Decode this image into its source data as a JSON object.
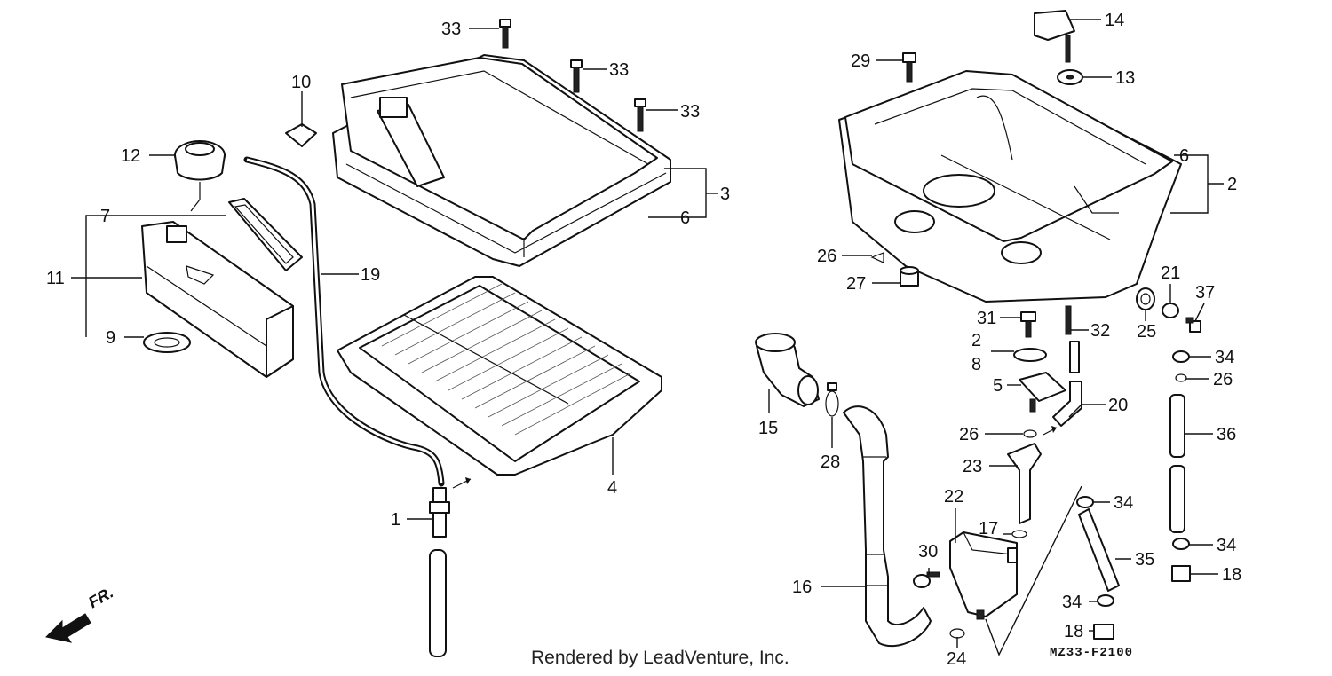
{
  "diagram": {
    "labels": {
      "p33a": "33",
      "p33b": "33",
      "p33c": "33",
      "p10": "10",
      "p12": "12",
      "p7": "7",
      "p11": "11",
      "p9": "9",
      "p19": "19",
      "p3": "3",
      "p6a": "6",
      "p4": "4",
      "p1": "1",
      "p29": "29",
      "p14": "14",
      "p13": "13",
      "p6b": "6",
      "p2a": "2",
      "p26a": "26",
      "p27": "27",
      "p21": "21",
      "p37": "37",
      "p31": "31",
      "p32": "32",
      "p25": "25",
      "p2b": "2",
      "p8": "8",
      "p34a": "34",
      "p26b": "26",
      "p5": "5",
      "p20": "20",
      "p15": "15",
      "p26c": "26",
      "p36": "36",
      "p28": "28",
      "p23": "23",
      "p22": "22",
      "p34b": "34",
      "p17": "17",
      "p35": "35",
      "p34c": "34",
      "p30": "30",
      "p18a": "18",
      "p16": "16",
      "p34d": "34",
      "p18b": "18",
      "p24": "24"
    },
    "direction_indicator": "FR.",
    "diagram_code": "MZ33-F2100",
    "credit": "Rendered by LeadVenture, Inc."
  }
}
